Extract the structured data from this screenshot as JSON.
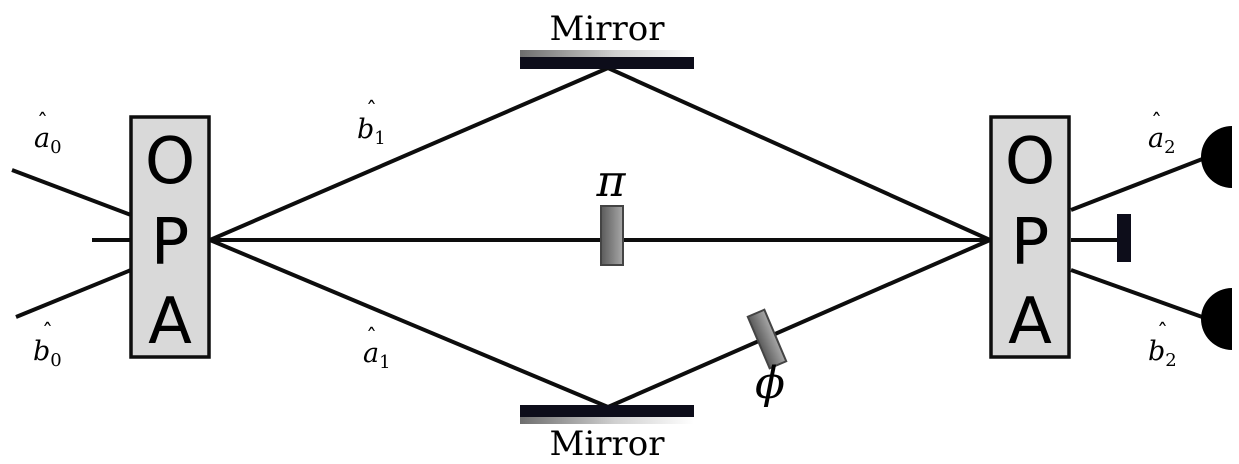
{
  "opa_left": {
    "letters": [
      "O",
      "P",
      "A"
    ]
  },
  "opa_right": {
    "letters": [
      "O",
      "P",
      "A"
    ]
  },
  "mirror_top": {
    "label": "Mirror"
  },
  "mirror_bottom": {
    "label": "Mirror"
  },
  "modes": {
    "a0": {
      "base": "a",
      "sub": "0"
    },
    "b0": {
      "base": "b",
      "sub": "0"
    },
    "b1": {
      "base": "b",
      "sub": "1"
    },
    "a1": {
      "base": "a",
      "sub": "1"
    },
    "a2": {
      "base": "a",
      "sub": "2"
    },
    "b2": {
      "base": "b",
      "sub": "2"
    }
  },
  "phases": {
    "pi": "π",
    "phi": "ϕ"
  },
  "colors": {
    "line": "#0d0d0d",
    "box_fill": "#d9d9d9",
    "mirror_bar": "#0d0d1a"
  }
}
